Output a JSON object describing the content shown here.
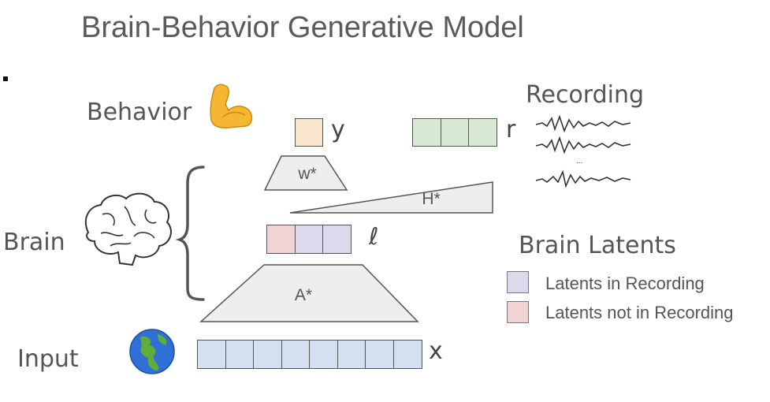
{
  "title": "Brain-Behavior Generative Model",
  "rows": {
    "behavior": "Behavior",
    "brain": "Brain",
    "input": "Input",
    "recording": "Recording"
  },
  "variables": {
    "y": "y",
    "r": "r",
    "l": "ℓ",
    "x": "x"
  },
  "maps": {
    "w": "w*",
    "h": "H*",
    "a": "A*"
  },
  "legend": {
    "title": "Brain Latents",
    "in_recording": "Latents in Recording",
    "not_in_recording": "Latents not in Recording"
  },
  "recording_ellipsis": "...",
  "colors": {
    "behavior_cell": "#fae5cf",
    "recording_cell": "#d8ead4",
    "latent_in": "#ddd8ec",
    "latent_not_in": "#f2d3d3",
    "input_cell": "#d3e0f1",
    "map_fill": "#eeeeee"
  },
  "cells": {
    "y": 1,
    "r": 3,
    "latents_not_in": 1,
    "latents_in": 2,
    "x": 8
  },
  "icons": [
    "flexed-biceps-icon",
    "brain-icon",
    "globe-americas-icon",
    "curly-brace-icon",
    "neural-trace-icon"
  ]
}
